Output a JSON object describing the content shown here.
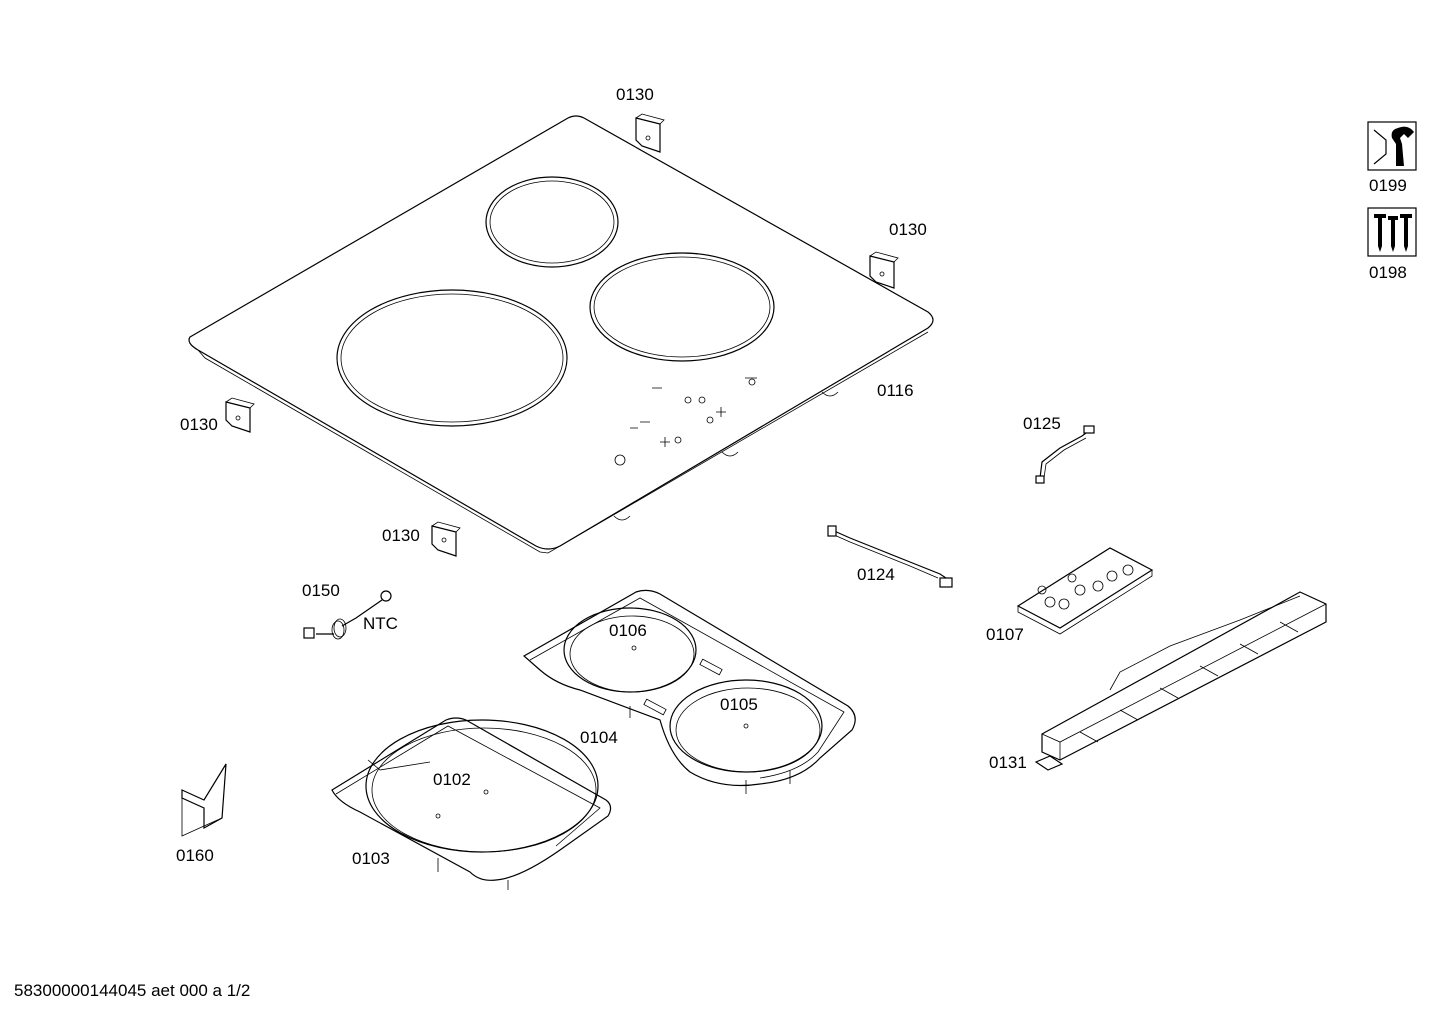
{
  "labels": {
    "p0130_top": "0130",
    "p0130_right": "0130",
    "p0130_left": "0130",
    "p0130_bottom": "0130",
    "p0116": "0116",
    "p0125": "0125",
    "p0124": "0124",
    "p0107": "0107",
    "p0131": "0131",
    "p0150": "0150",
    "ntc": "NTC",
    "p0106": "0106",
    "p0105": "0105",
    "p0104": "0104",
    "p0102": "0102",
    "p0103": "0103",
    "p0160": "0160",
    "p0199": "0199",
    "p0198": "0198"
  },
  "footer": "58300000144045 aet 000 a 1/2",
  "icons": [
    "repair-tool-icon",
    "screws-icon"
  ]
}
